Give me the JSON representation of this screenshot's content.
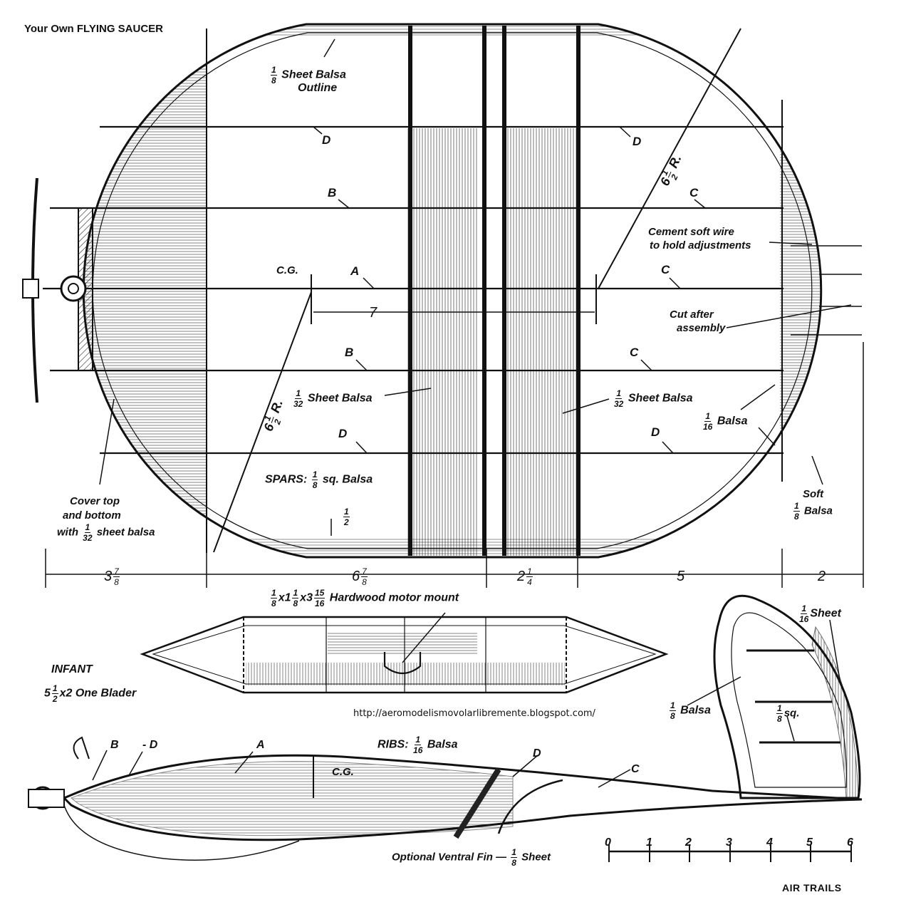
{
  "header": {
    "title": "Your Own FLYING SAUCER"
  },
  "fractions": {
    "one": "1",
    "two": "2",
    "four": "4",
    "seven": "7",
    "eight": "8",
    "fifteen": "15",
    "sixteen": "16",
    "thirtytwo": "32"
  },
  "spars": {
    "a": "A",
    "b": "B",
    "c": "C",
    "d": "D"
  },
  "top_view": {
    "outline_label_1": "Sheet Balsa",
    "outline_label_2": "Outline",
    "cg_label": "C.G.",
    "cg_span": "7",
    "note_wire_1": "Cement soft wire",
    "note_wire_2": "to hold adjustments",
    "note_cut_1": "Cut after",
    "note_cut_2": "assembly",
    "sheet_balsa": "Sheet Balsa",
    "balsa": "Balsa",
    "spars_prefix": "SPARS:",
    "spars_suffix": "sq. Balsa",
    "soft": "Soft",
    "cover_1": "Cover top",
    "cover_2": "and bottom",
    "cover_3_prefix": "with",
    "cover_3_suffix": "sheet balsa",
    "radius_whole": "6",
    "radius_suffix": " R."
  },
  "dimensions": {
    "d1_whole": "3",
    "d2_whole": "6",
    "d3_whole": "2",
    "d4": "5",
    "d5": "2"
  },
  "mount": {
    "x1": "x1",
    "x2": "x3",
    "label": "Hardwood motor mount"
  },
  "prop": {
    "name": "INFANT",
    "size_whole": "5",
    "size_rest": "x2 One Blader"
  },
  "fin": {
    "sheet": "Sheet",
    "sq": "sq."
  },
  "side": {
    "d_dashed": "- D",
    "ribs_prefix": "RIBS:",
    "ventral_prefix": "Optional Ventral Fin —",
    "ventral_suffix": "Sheet"
  },
  "scale": {
    "ticks": [
      "0",
      "1",
      "2",
      "3",
      "4",
      "5",
      "6"
    ]
  },
  "footer": {
    "url": "http://aeromodelismovolarlibremente.blogspot.com/",
    "publisher": "AIR TRAILS"
  }
}
